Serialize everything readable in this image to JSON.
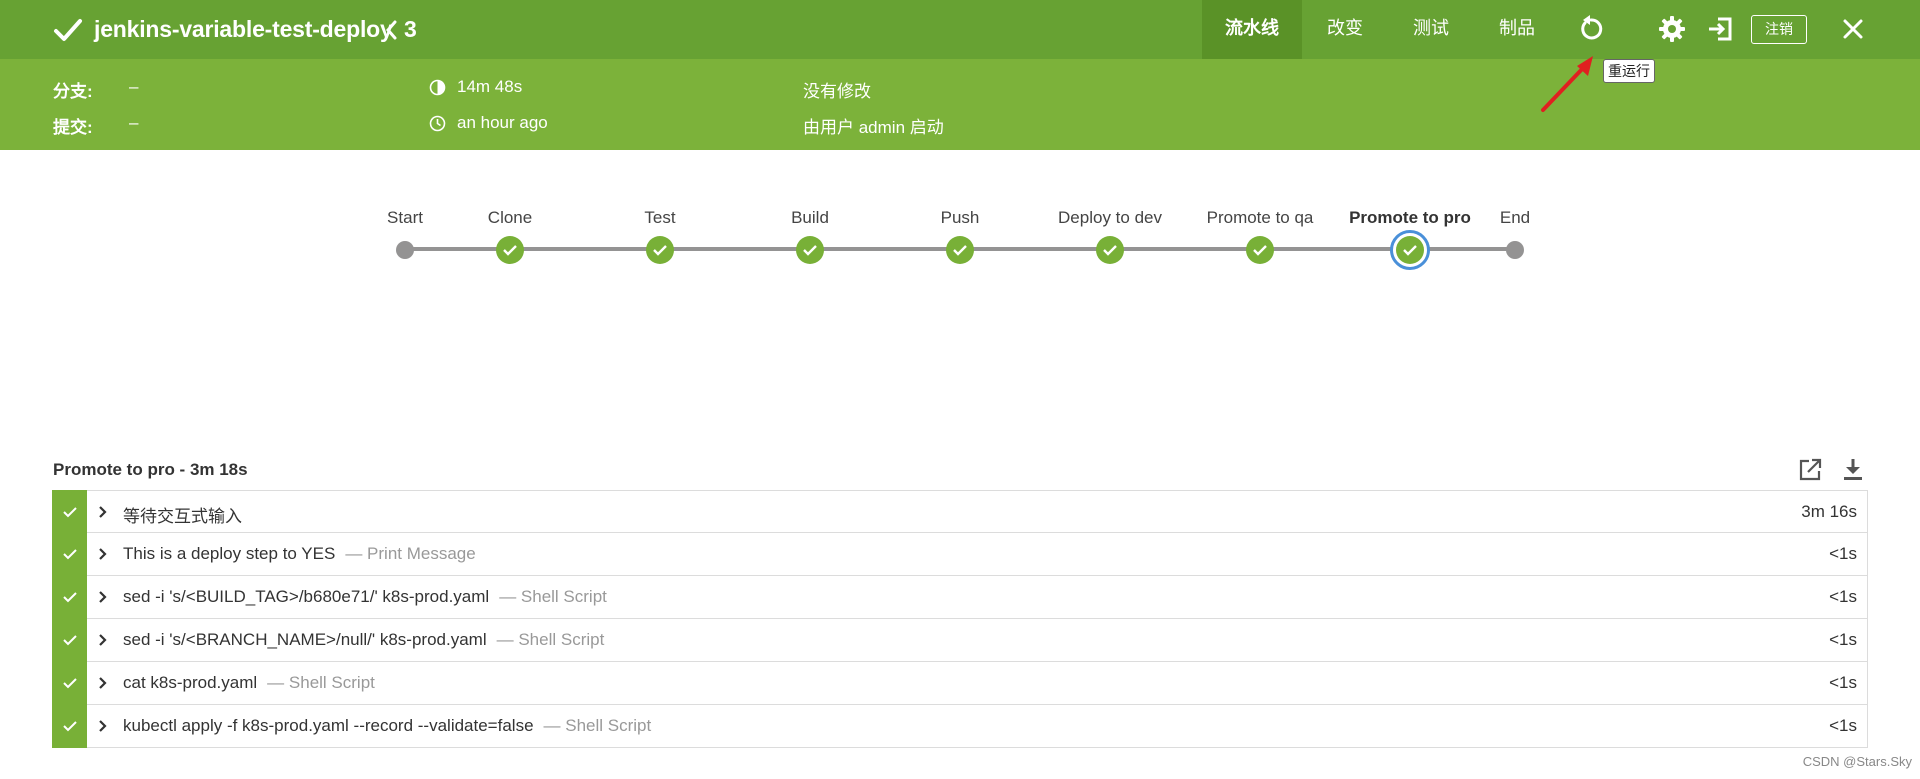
{
  "header": {
    "job_name": "jenkins-variable-test-deploy",
    "run_number": "3",
    "tabs": [
      {
        "label": "流水线"
      },
      {
        "label": "改变"
      },
      {
        "label": "测试"
      },
      {
        "label": "制品"
      }
    ],
    "logout_label": "注销",
    "rerun_tooltip": "重运行"
  },
  "summary": {
    "branch_label": "分支:",
    "branch_value": "–",
    "commit_label": "提交:",
    "commit_value": "–",
    "duration": "14m 48s",
    "started": "an hour ago",
    "changes": "没有修改",
    "cause": "由用户 admin 启动"
  },
  "pipeline": {
    "stages": [
      "Start",
      "Clone",
      "Test",
      "Build",
      "Push",
      "Deploy to dev",
      "Promote to qa",
      "Promote to pro",
      "End"
    ],
    "selected": "Promote to pro"
  },
  "log": {
    "title": "Promote to pro - 3m 18s",
    "steps": [
      {
        "text": "等待交互式输入",
        "sub": "",
        "duration": "3m 16s"
      },
      {
        "text": "This is a deploy step to YES",
        "sub": "— Print Message",
        "duration": "<1s"
      },
      {
        "text": "sed -i 's/<BUILD_TAG>/b680e71/' k8s-prod.yaml",
        "sub": "— Shell Script",
        "duration": "<1s"
      },
      {
        "text": "sed -i 's/<BRANCH_NAME>/null/' k8s-prod.yaml",
        "sub": "— Shell Script",
        "duration": "<1s"
      },
      {
        "text": "cat k8s-prod.yaml",
        "sub": "— Shell Script",
        "duration": "<1s"
      },
      {
        "text": "kubectl apply -f k8s-prod.yaml --record --validate=false",
        "sub": "— Shell Script",
        "duration": "<1s"
      }
    ]
  },
  "watermark": "CSDN @Stars.Sky",
  "colors": {
    "header_green": "#67a233",
    "summary_green": "#7cb23a",
    "success_green": "#78b037",
    "selected_ring": "#4a90d9",
    "annotation_arrow": "#e02020"
  }
}
